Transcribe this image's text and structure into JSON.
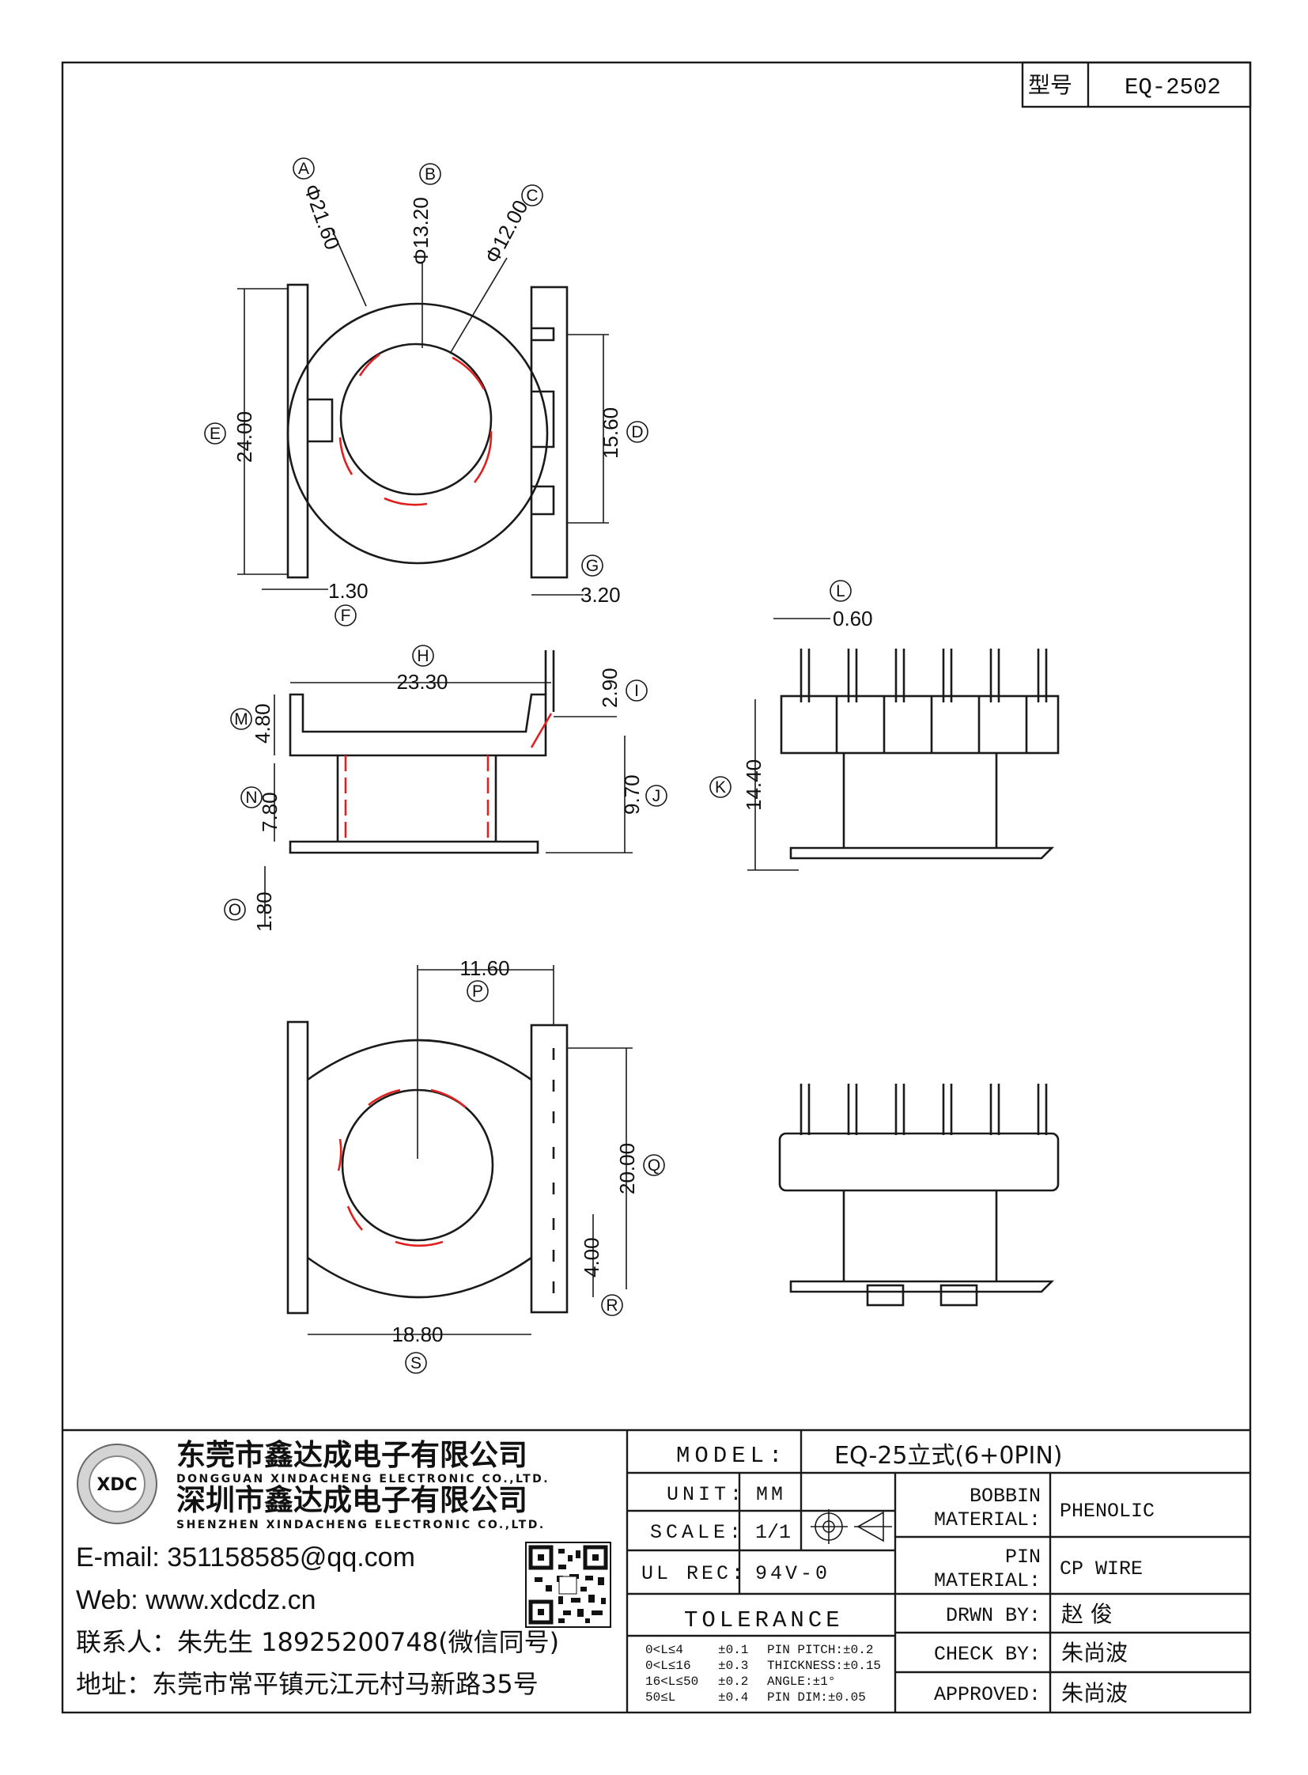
{
  "header": {
    "type_label": "型号",
    "type_value": "EQ-2502"
  },
  "dimensions": {
    "A": "Φ21.60",
    "B": "Φ13.20",
    "C": "Φ12.00",
    "D": "15.60",
    "E": "24.00",
    "F": "1.30",
    "G": "3.20",
    "H": "23.30",
    "I": "2.90",
    "J": "9.70",
    "K": "14.40",
    "L": "0.60",
    "M": "4.80",
    "N": "7.80",
    "O": "1.80",
    "P": "11.60",
    "Q": "20.00",
    "R": "4.00",
    "S": "18.80"
  },
  "labels": [
    "A",
    "B",
    "C",
    "D",
    "E",
    "F",
    "G",
    "H",
    "I",
    "J",
    "K",
    "L",
    "M",
    "N",
    "O",
    "P",
    "Q",
    "R",
    "S"
  ],
  "company": {
    "name1": "东莞市鑫达成电子有限公司",
    "name1_en": "DONGGUAN XINDACHENG ELECTRONIC CO.,LTD.",
    "name2": "深圳市鑫达成电子有限公司",
    "name2_en": "SHENZHEN XINDACHENG ELECTRONIC CO.,LTD.",
    "logo_text": "XDC",
    "email": "E-mail: 351158585@qq.com",
    "web": "Web: www.xdcdz.cn",
    "contact": "联系人：朱先生 18925200748(微信同号)",
    "address": "地址：东莞市常平镇元江元村马新路35号"
  },
  "title_block": {
    "model_label": "MODEL:",
    "model_value": "EQ-25立式(6+0PIN)",
    "unit_label": "UNIT:",
    "unit_value": "MM",
    "scale_label": "SCALE:",
    "scale_value": "1/1",
    "ulrec_label": "UL REC:",
    "ulrec_value": "94V-0",
    "tolerance_label": "TOLERANCE",
    "tolerances": [
      {
        "range": "0<L≤4",
        "tol": "±0.1",
        "spec": "PIN PITCH:±0.2"
      },
      {
        "range": "0<L≤16",
        "tol": "±0.3",
        "spec": "THICKNESS:±0.15"
      },
      {
        "range": "16<L≤50",
        "tol": "±0.2",
        "spec": "ANGLE:±1°"
      },
      {
        "range": "50≤L",
        "tol": "±0.4",
        "spec": "PIN DIM:±0.05"
      }
    ],
    "bobbin_material_label1": "BOBBIN",
    "bobbin_material_label2": "MATERIAL:",
    "bobbin_material_value": "PHENOLIC",
    "pin_material_label1": "PIN",
    "pin_material_label2": "MATERIAL:",
    "pin_material_value": "CP WIRE",
    "drawn_label": "DRWN BY:",
    "drawn_value": "赵 俊",
    "check_label": "CHECK BY:",
    "check_value": "朱尚波",
    "approved_label": "APPROVED:",
    "approved_value": "朱尚波"
  }
}
